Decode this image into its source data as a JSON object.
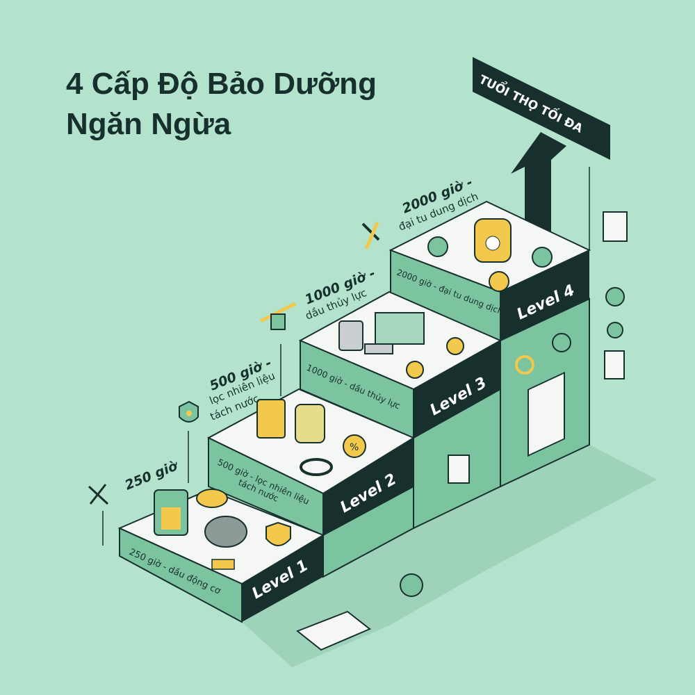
{
  "title": {
    "line1": "4 Cấp Độ Bảo Dưỡng",
    "line2": "Ngăn Ngừa"
  },
  "banner": "TUỔI THỌ TỐI ĐA",
  "colors": {
    "background": "#b3e3cd",
    "face_green": "#7cc3a0",
    "top_white": "#f4f7f4",
    "dark": "#17302e",
    "accent_yellow": "#f2c94c"
  },
  "levels": [
    {
      "name": "Level 1",
      "callout_hours": "250 giờ",
      "callout_desc": "",
      "face_text": "250 giờ - dầu động cơ",
      "icons": [
        "oil-can-icon",
        "tools-coin-icon",
        "engine-icon",
        "shield-check-icon",
        "oil-pourer-icon"
      ]
    },
    {
      "name": "Level 2",
      "callout_hours": "500 giờ -",
      "callout_desc_1": "lọc nhiên liệu",
      "callout_desc_2": "tách nước",
      "face_text_1": "500 giờ - lọc nhiên liệu",
      "face_text_2": "tách nước",
      "icons": [
        "fuel-filter-icon",
        "water-separator-icon",
        "oil-drop-percent-icon",
        "o-ring-icon"
      ]
    },
    {
      "name": "Level 3",
      "callout_hours": "1000 giờ -",
      "callout_desc": "dầu thủy lực",
      "face_text": "1000 giờ - dầu thủy lực",
      "icons": [
        "hydraulic-pump-icon",
        "barrel-icon",
        "oil-drop-icon"
      ]
    },
    {
      "name": "Level 4",
      "callout_hours": "2000 giờ -",
      "callout_desc": "đại tu dung dịch",
      "face_text": "2000 giờ - đại tu dung dịch",
      "icons": [
        "coolant-jug-icon",
        "cycle-arrows-icon",
        "gear-icon",
        "clipboard-icon"
      ]
    }
  ]
}
